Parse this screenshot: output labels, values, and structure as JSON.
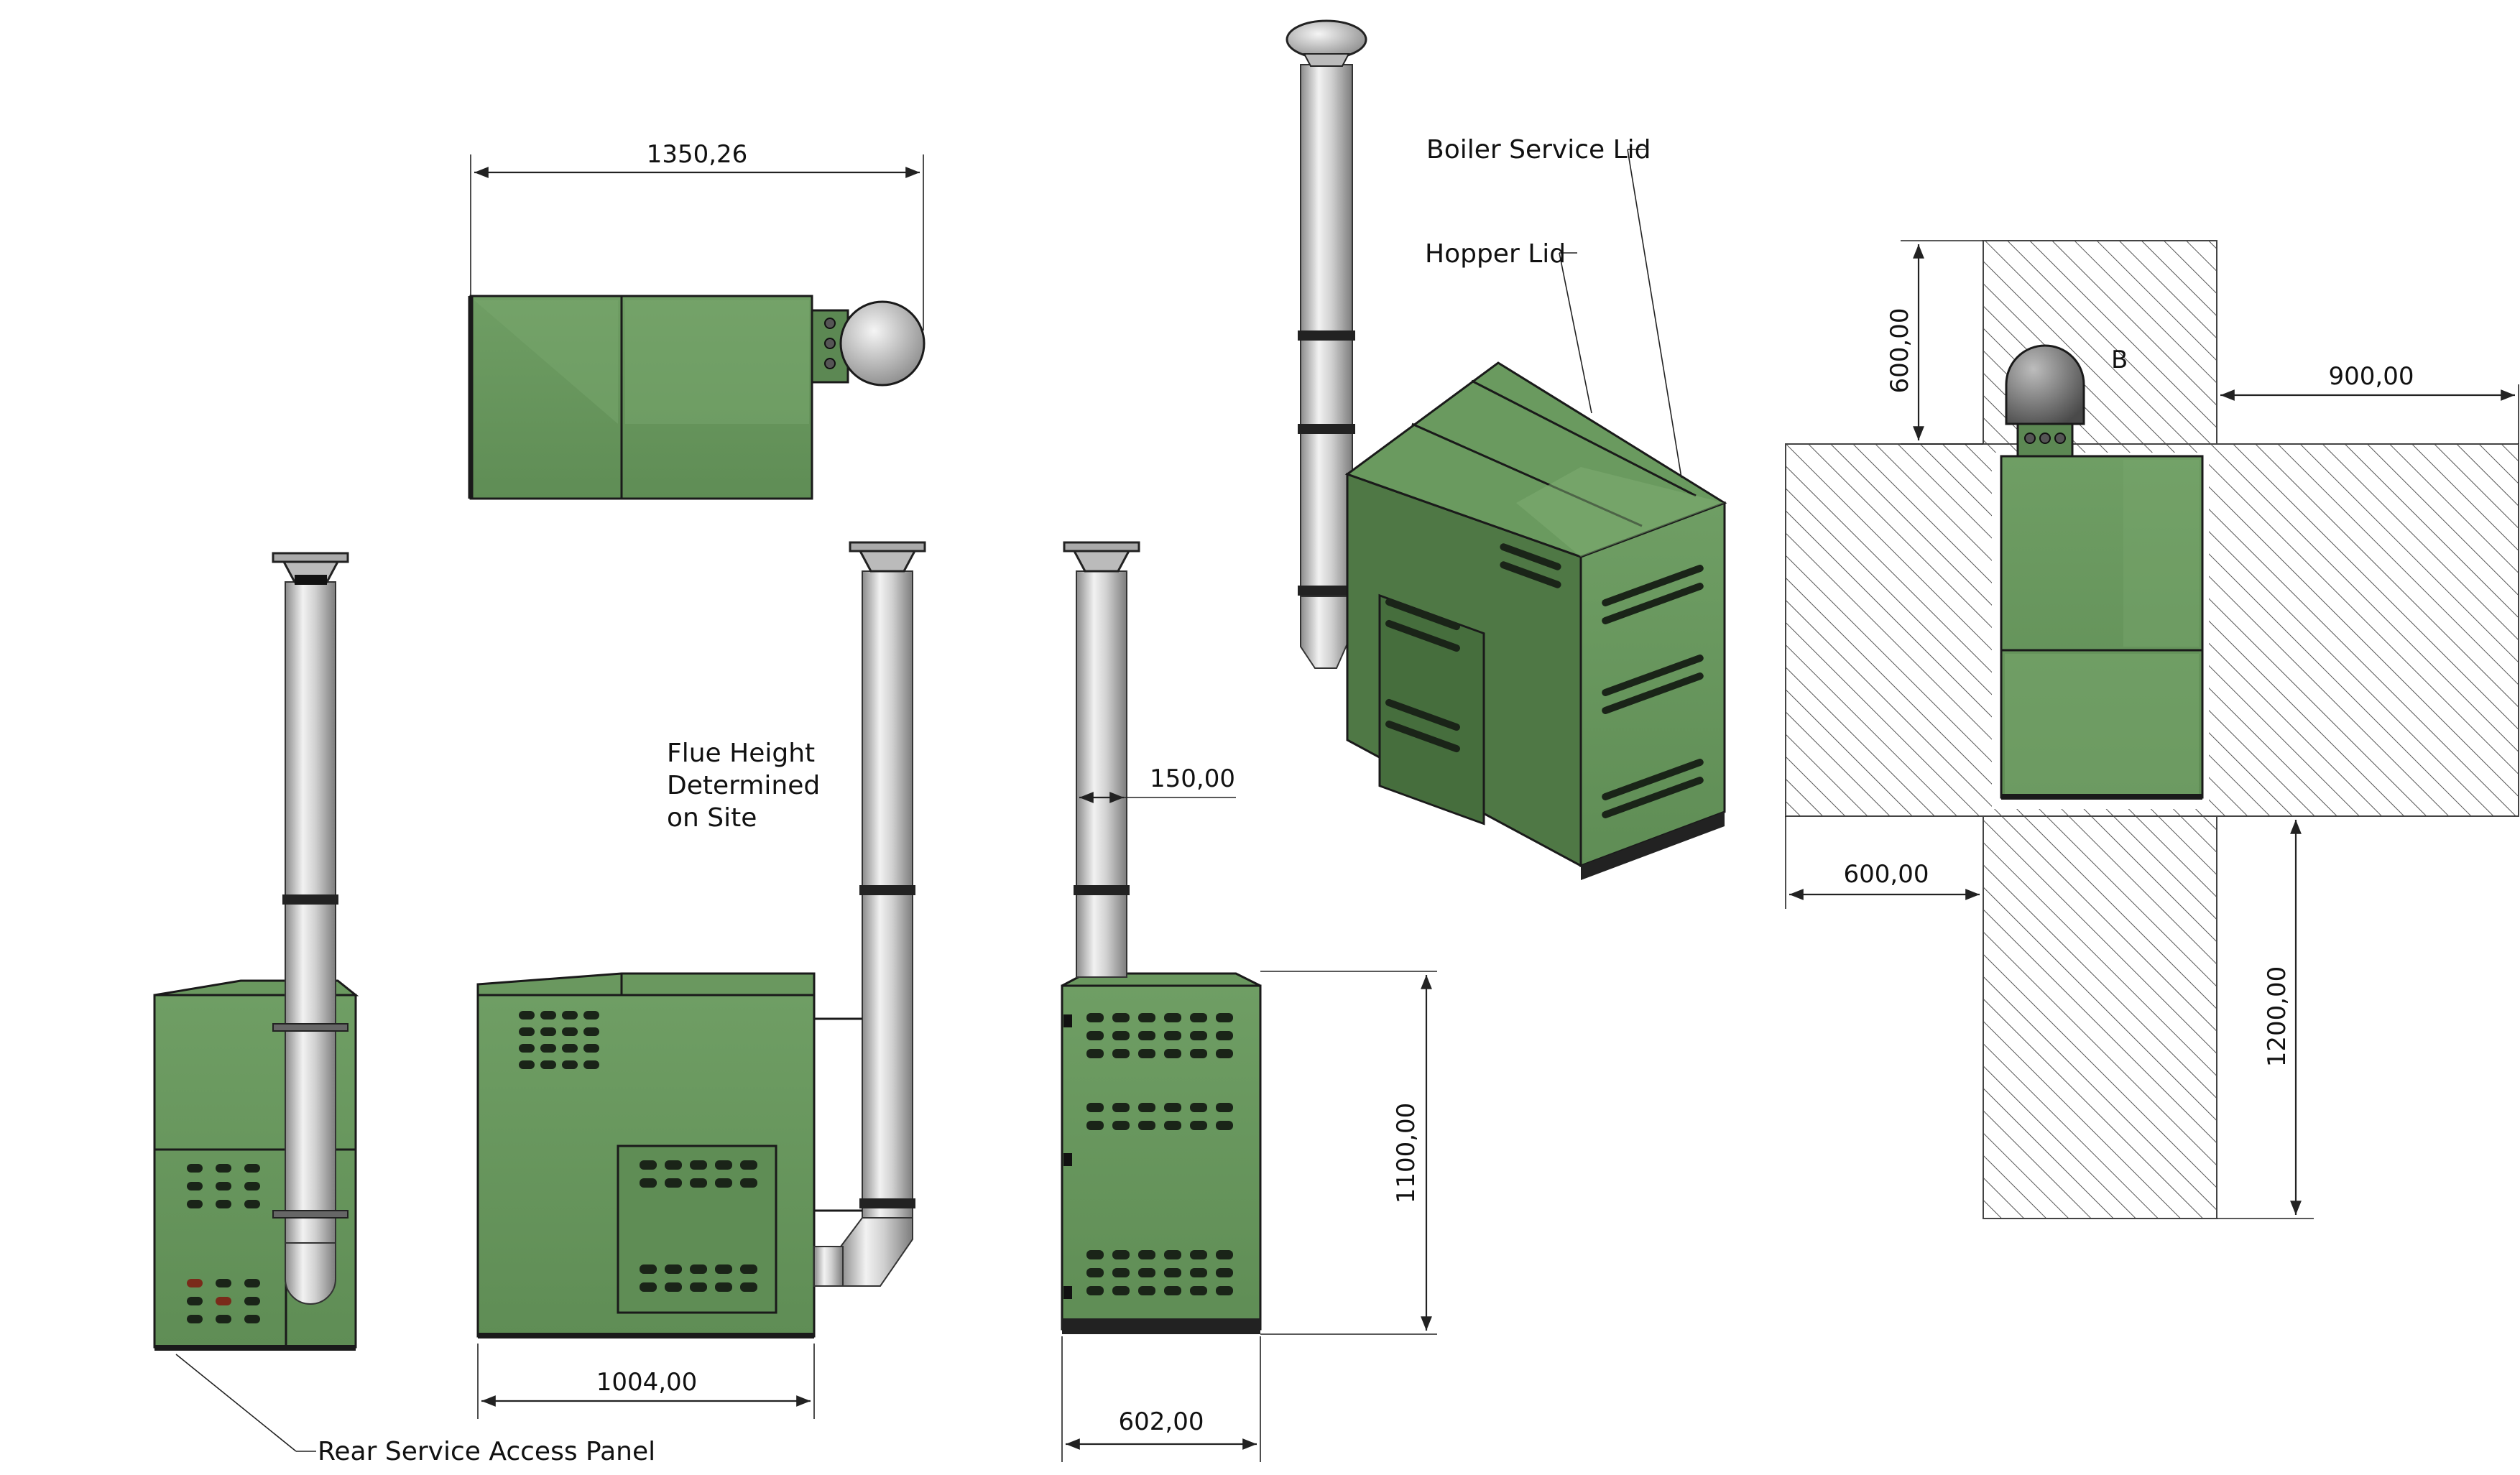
{
  "dimensions": {
    "plan_length": "1350,26",
    "side_length": "1004,00",
    "front_width": "602,00",
    "height": "1100,00",
    "flue_offset": "150,00",
    "clearance_rear": "600,00",
    "clearance_side": "900,00",
    "clearance_left": "600,00",
    "clearance_front": "1200,00"
  },
  "callouts": {
    "boiler_service_lid": "Boiler Service Lid",
    "hopper_lid": "Hopper Lid",
    "rear_service_access_panel": "Rear Service Access Panel",
    "flue_height_line1": "Flue Height",
    "flue_height_line2": "Determined",
    "flue_height_line3": "on Site",
    "marker_b": "B"
  },
  "colors": {
    "cabinet_green": "#6b9a60",
    "cabinet_dark": "#557f4b",
    "flue_steel": "#c9c9c9",
    "hatch": "#444444"
  }
}
